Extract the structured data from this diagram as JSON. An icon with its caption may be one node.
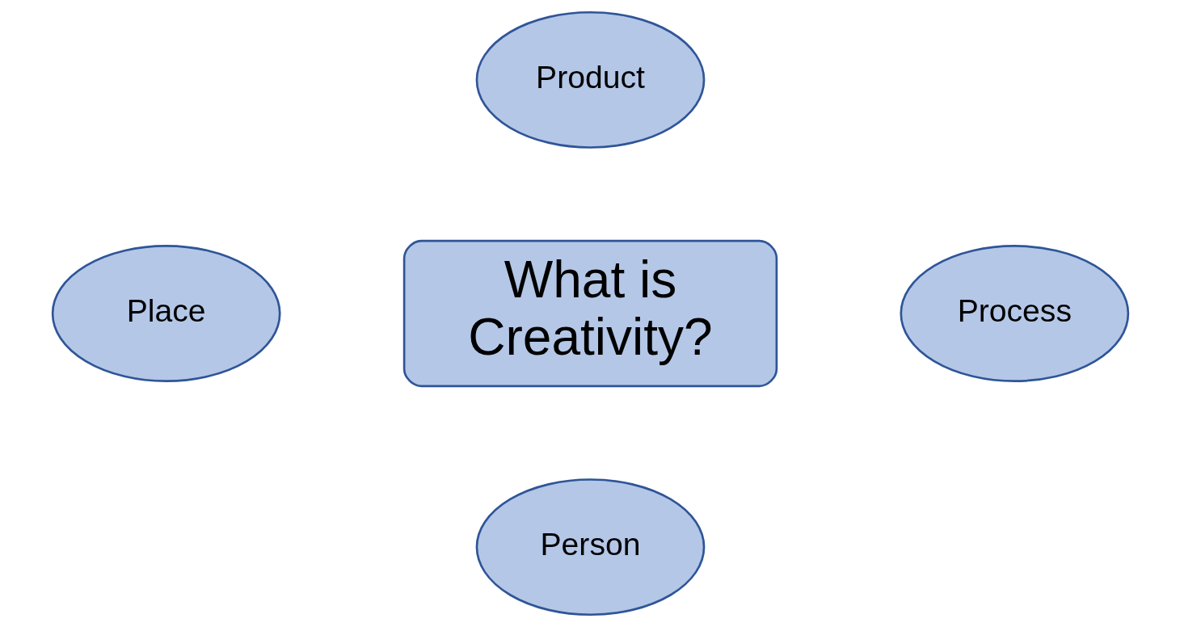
{
  "diagram": {
    "nodes": [
      {
        "text": [
          "Product"
        ]
      },
      {
        "text": [
          "Place"
        ]
      },
      {
        "text": [
          "What is Creativity?"
        ]
      },
      {
        "text": [
          "Process"
        ]
      },
      {
        "text": [
          "Person"
        ]
      }
    ]
  }
}
